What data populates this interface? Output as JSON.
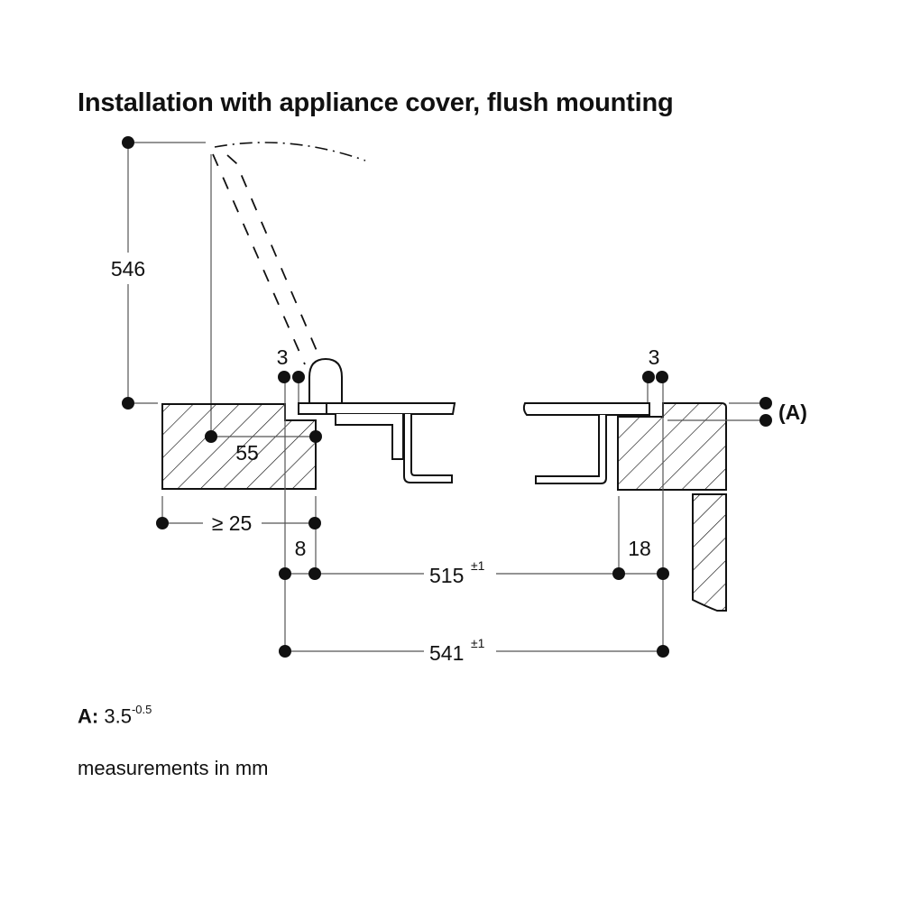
{
  "title": "Installation with appliance cover, flush mounting",
  "dimensions": {
    "height_open_cover": "546",
    "gap_left": "3",
    "gap_right": "3",
    "depth_55": "55",
    "min_overhang": "≥ 25",
    "offset_left": "8",
    "offset_right": "18",
    "cutout_width": "515",
    "cutout_width_tolerance": "±1",
    "overall_width": "541",
    "overall_width_tolerance": "±1",
    "label_a": "(A)"
  },
  "notes": {
    "a_label": "A:",
    "a_value": "3.5",
    "a_tolerance": "-0.5",
    "units": "measurements in mm"
  },
  "colors": {
    "line": "#111111",
    "dim_line": "#555555",
    "background": "#ffffff"
  }
}
